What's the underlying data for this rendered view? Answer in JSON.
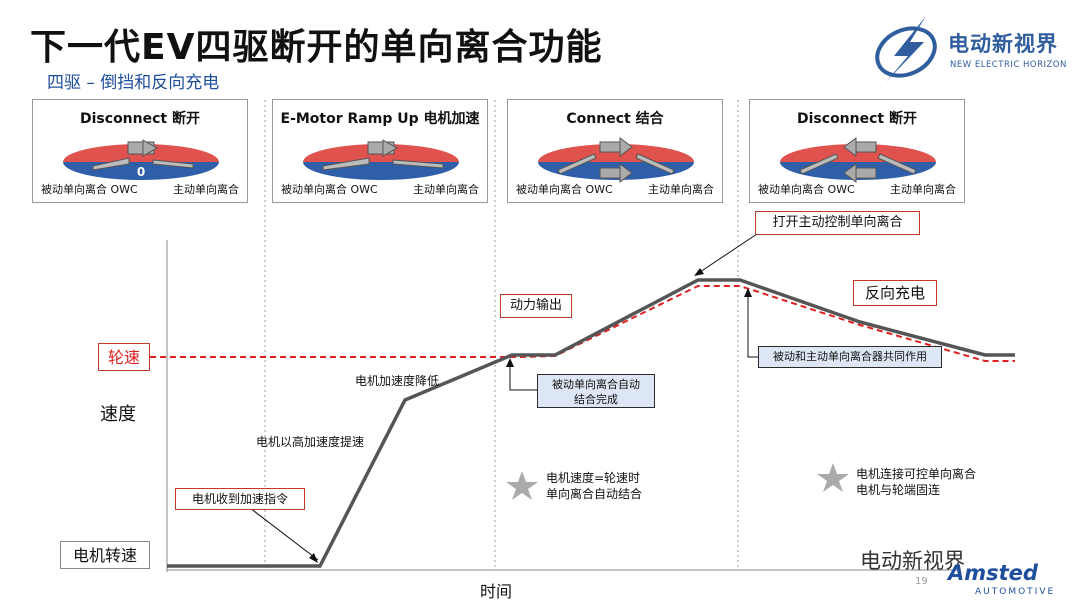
{
  "title": "下一代EV四驱断开的单向离合功能",
  "subtitle": "四驱 – 倒挡和反向充电",
  "logo": {
    "name_cn": "电动新视界",
    "name_en": "NEW ELECTRIC HORIZON",
    "icon": "lightning-bolt-icon"
  },
  "panels": [
    {
      "title": "Disconnect 断开",
      "left_caption": "被动单向离合 OWC",
      "right_caption": "主动单向离合",
      "marker": "0"
    },
    {
      "title": "E-Motor Ramp Up 电机加速",
      "left_caption": "被动单向离合 OWC",
      "right_caption": "主动单向离合",
      "marker": ""
    },
    {
      "title": "Connect 结合",
      "left_caption": "被动单向离合 OWC",
      "right_caption": "主动单向离合",
      "marker": ""
    },
    {
      "title": "Disconnect 断开",
      "left_caption": "被动单向离合 OWC",
      "right_caption": "主动单向离合",
      "marker": ""
    }
  ],
  "chart_data": {
    "type": "line",
    "title": "",
    "xlabel": "时间",
    "ylabel": "速度",
    "series": [
      {
        "name": "电机转速",
        "color": "#555555",
        "style": "solid"
      },
      {
        "name": "轮速",
        "color": "#e02020",
        "style": "dashed"
      }
    ]
  },
  "labels": {
    "wheel_speed": "轮速",
    "motor_speed": "电机转速",
    "speed": "速度",
    "time": "时间",
    "accel_command": "电机收到加速指令",
    "high_accel": "电机以高加速度提速",
    "accel_drop": "电机加速度降低",
    "power_out": "动力输出",
    "passive_complete": "被动单向离合自动\n结合完成",
    "open_active": "打开主动控制单向离合",
    "reverse_charge": "反向充电",
    "both_clutches": "被动和主动单向离合器共同作用",
    "note1": "电机速度=轮速时\n单向离合自动结合",
    "note2": "电机连接可控单向离合\n电机与轮端固连"
  },
  "colors": {
    "accent_blue": "#1f4e9c",
    "red": "#e02020",
    "motor_line": "#555555",
    "disc_red": "#e0524e",
    "disc_blue": "#2e5fa8"
  },
  "footer": {
    "page_number": "19",
    "watermark": "电动新视界",
    "brand": "Amsted",
    "brand_sub": "AUTOMOTIVE"
  }
}
